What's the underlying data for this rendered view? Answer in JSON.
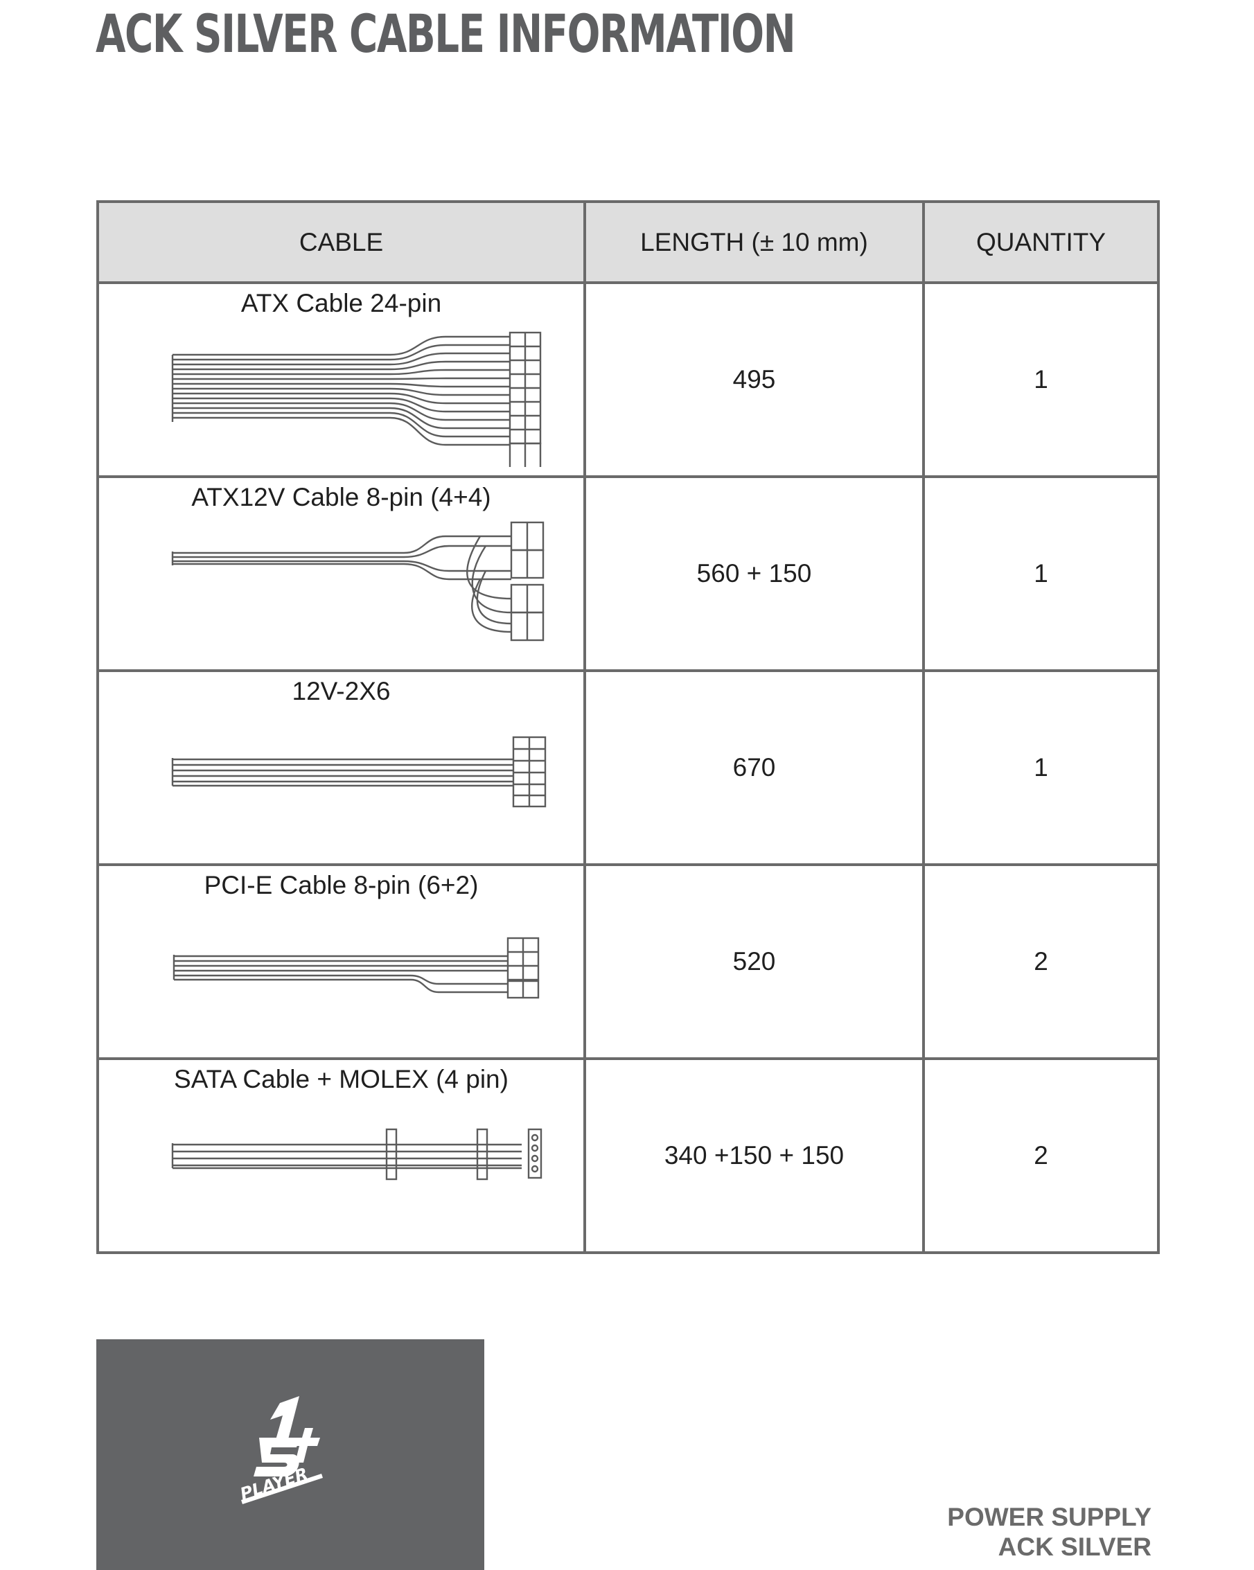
{
  "title": "ACK SILVER CABLE INFORMATION",
  "table": {
    "headers": [
      "CABLE",
      "LENGTH (± 10 mm)",
      "QUANTITY"
    ],
    "rows": [
      {
        "cable": "ATX Cable 24-pin",
        "length": "495",
        "quantity": "1",
        "icon": "atx-24pin-cable-icon"
      },
      {
        "cable": "ATX12V Cable 8-pin (4+4)",
        "length": "560 + 150",
        "quantity": "1",
        "icon": "atx12v-8pin-cable-icon"
      },
      {
        "cable": "12V-2X6",
        "length": "670",
        "quantity": "1",
        "icon": "12v-2x6-cable-icon"
      },
      {
        "cable": "PCI-E Cable 8-pin (6+2)",
        "length": "520",
        "quantity": "2",
        "icon": "pcie-8pin-cable-icon"
      },
      {
        "cable": "SATA Cable + MOLEX (4 pin)",
        "length": "340 +150 + 150",
        "quantity": "2",
        "icon": "sata-molex-cable-icon"
      }
    ]
  },
  "brand_logo": {
    "text": "1st PLAYER",
    "icon": "1st-player-logo"
  },
  "footer": {
    "line1": "POWER SUPPLY",
    "line2": "ACK SILVER"
  },
  "colors": {
    "title": "#5e5f61",
    "header_bg": "#dedede",
    "border": "#6a6a6a",
    "footer_block": "#636466",
    "footer_text": "#6a6a6a"
  }
}
